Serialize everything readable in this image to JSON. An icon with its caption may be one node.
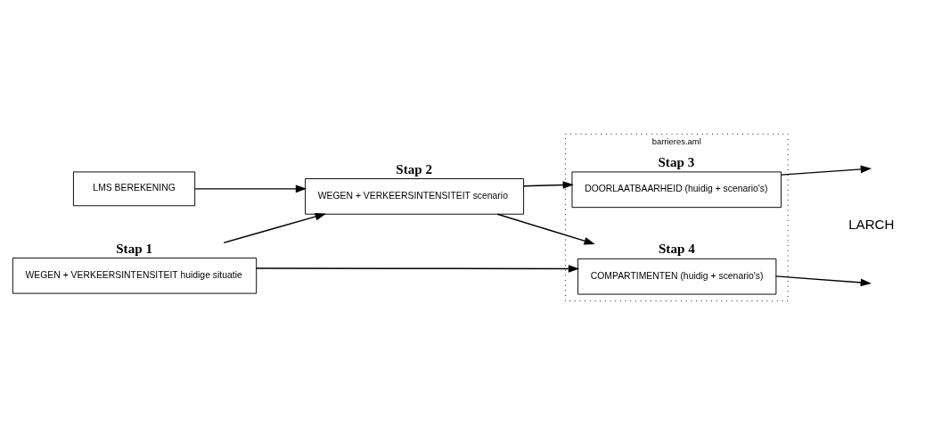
{
  "diagram": {
    "nodes": [
      {
        "text": [
          "LMS BEREKENING"
        ]
      },
      {
        "text": [
          "Stap 1",
          "WEGEN + VERKEERSINTENSITEIT huidige situatie"
        ]
      },
      {
        "text": [
          "Stap 2",
          "WEGEN + VERKEERSINTENSITEIT scenario"
        ]
      },
      {
        "text": [
          "barrieres.aml"
        ]
      },
      {
        "text": [
          "Stap 3",
          "DOORLAATBAARHEID (huidig + scenario's)"
        ],
        "in": 3
      },
      {
        "text": [
          "Stap 4",
          "COMPARTIMENTEN (huidig + scenario's)"
        ],
        "in": 3
      }
    ],
    "edges": [
      {
        "from": 0,
        "to": 2,
        "arrow": "to"
      },
      {
        "from": 1,
        "to": 2,
        "arrow": "to"
      },
      {
        "from": 2,
        "to": 4,
        "arrow": "to"
      },
      {
        "from": 2,
        "to": 5,
        "arrow": "to"
      },
      {
        "from": 1,
        "to": 5,
        "arrow": "to"
      },
      {
        "from": 4,
        "to": null,
        "arrow": "to"
      },
      {
        "from": 5,
        "to": null,
        "arrow": "to"
      }
    ],
    "labels": [
      "LARCH"
    ]
  }
}
